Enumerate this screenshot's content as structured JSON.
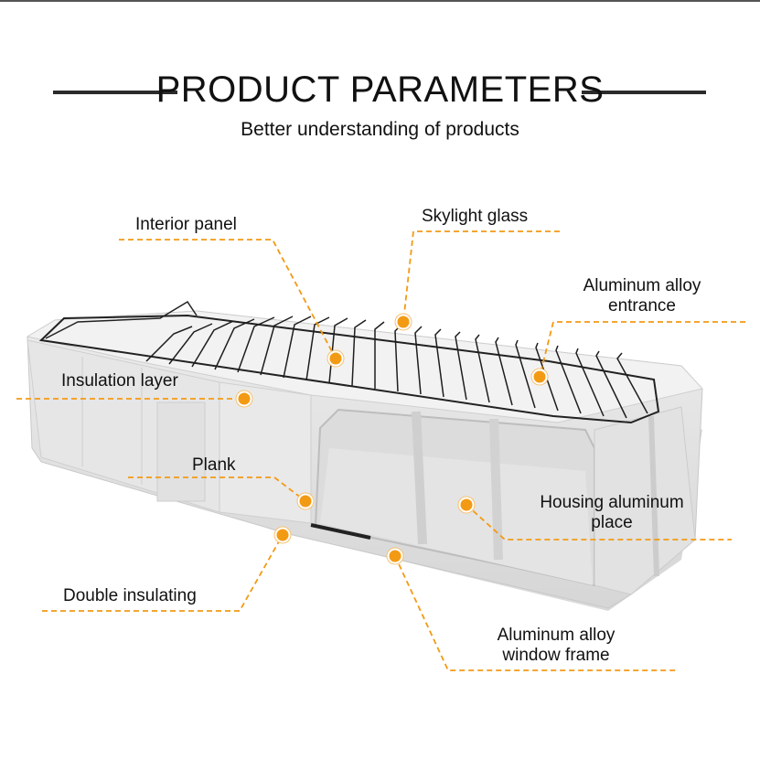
{
  "header": {
    "title": "PRODUCT PARAMETERS",
    "subtitle": "Better understanding of products"
  },
  "accent_color": "#f39a14",
  "callouts": {
    "interior_panel": "Interior panel",
    "skylight_glass": "Skylight glass",
    "aluminum_entrance_line1": "Aluminum alloy",
    "aluminum_entrance_line2": "entrance",
    "insulation_layer": "Insulation layer",
    "plank": "Plank",
    "housing_line1": "Housing aluminum",
    "housing_line2": "place",
    "double_insulating": "Double insulating",
    "window_frame_line1": "Aluminum alloy",
    "window_frame_line2": "window frame"
  }
}
